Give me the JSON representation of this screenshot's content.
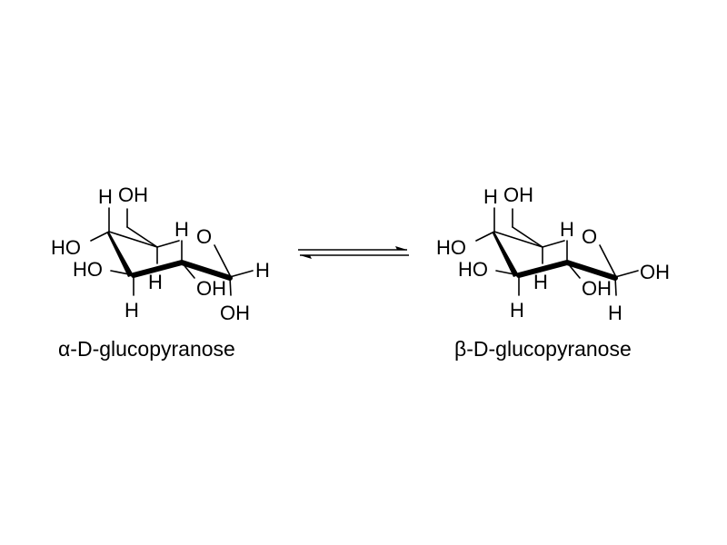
{
  "diagram": {
    "type": "chemical-equilibrium",
    "equilibrium_arrow": "⇌",
    "left": {
      "name_prefix": "α",
      "name_rest": "-D-glucopyranose",
      "labels": {
        "c6_oh": "OH",
        "c4_h": "H",
        "c4_oh": "HO",
        "c3_oh": "HO",
        "c3_h": "H",
        "c5_h": "H",
        "ring_o": "O",
        "c2_h": "H",
        "c2_oh": "OH",
        "c1_h": "H",
        "c1_oh": "OH"
      }
    },
    "right": {
      "name_prefix": "β",
      "name_rest": "-D-glucopyranose",
      "labels": {
        "c6_oh": "OH",
        "c4_h": "H",
        "c4_oh": "HO",
        "c3_oh": "HO",
        "c3_h": "H",
        "c5_h": "H",
        "ring_o": "O",
        "c2_h": "H",
        "c2_oh": "OH",
        "c1_oh": "OH",
        "c1_h": "H"
      }
    }
  }
}
